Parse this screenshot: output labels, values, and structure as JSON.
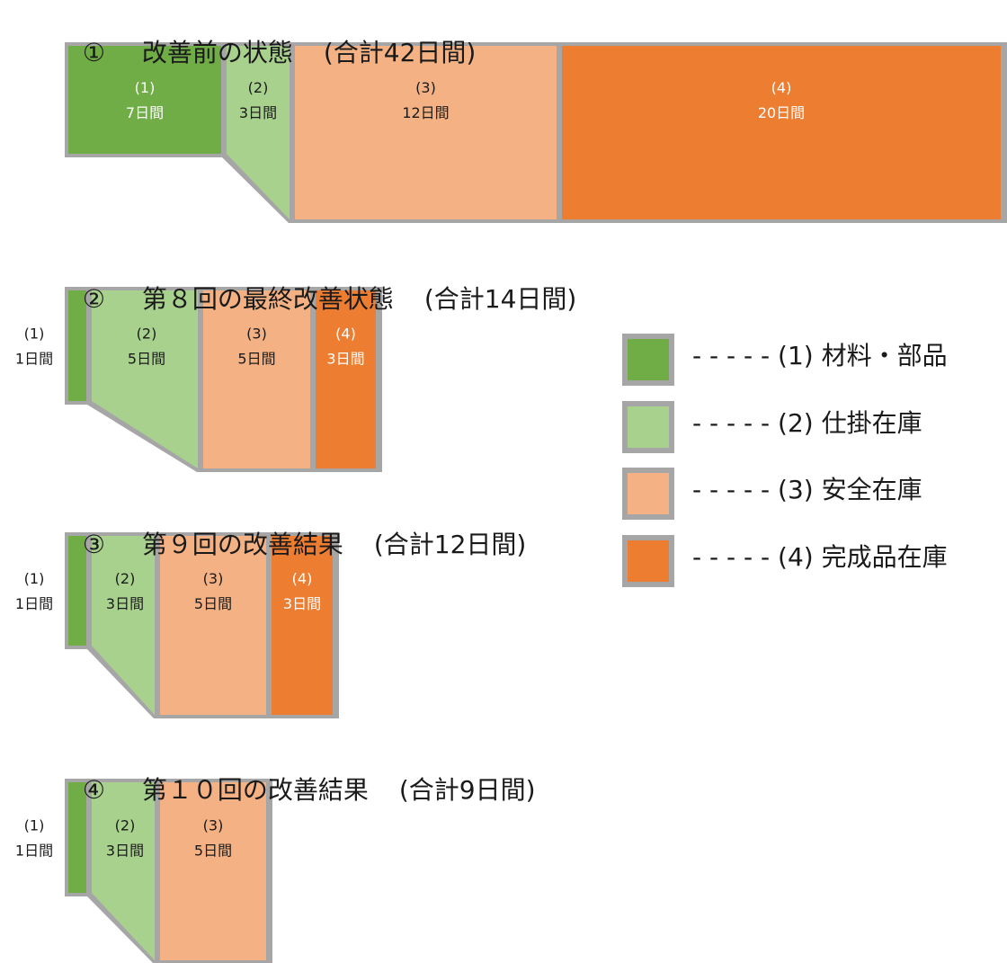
{
  "colors": {
    "frame": "#a6a6a6",
    "materials": "#70ad47",
    "wip": "#a9d18e",
    "safety": "#f4b183",
    "finished": "#ed7d31",
    "text_dark": "#1a1a1a",
    "text_light": "#ffffff"
  },
  "stages": [
    {
      "number": "①",
      "title": "改善前の状態",
      "total": "(合計42日間)",
      "segments": [
        {
          "code": "(1)",
          "days": "7日間",
          "value": 7
        },
        {
          "code": "(2)",
          "days": "3日間",
          "value": 3
        },
        {
          "code": "(3)",
          "days": "12日間",
          "value": 12
        },
        {
          "code": "(4)",
          "days": "20日間",
          "value": 20
        }
      ]
    },
    {
      "number": "②",
      "title": "第８回の最終改善状態",
      "total": "(合計14日間)",
      "segments": [
        {
          "code": "(1)",
          "days": "1日間",
          "value": 1
        },
        {
          "code": "(2)",
          "days": "5日間",
          "value": 5
        },
        {
          "code": "(3)",
          "days": "5日間",
          "value": 5
        },
        {
          "code": "(4)",
          "days": "3日間",
          "value": 3
        }
      ]
    },
    {
      "number": "③",
      "title": "第９回の改善結果",
      "total": "(合計12日間)",
      "segments": [
        {
          "code": "(1)",
          "days": "1日間",
          "value": 1
        },
        {
          "code": "(2)",
          "days": "3日間",
          "value": 3
        },
        {
          "code": "(3)",
          "days": "5日間",
          "value": 5
        },
        {
          "code": "(4)",
          "days": "3日間",
          "value": 3
        }
      ]
    },
    {
      "number": "④",
      "title": "第１０回の改善結果",
      "total": "(合計9日間)",
      "segments": [
        {
          "code": "(1)",
          "days": "1日間",
          "value": 1
        },
        {
          "code": "(2)",
          "days": "3日間",
          "value": 3
        },
        {
          "code": "(3)",
          "days": "5日間",
          "value": 5
        }
      ]
    }
  ],
  "legend": [
    {
      "label": "- - - - - (1) 材料・部品",
      "color_key": "materials"
    },
    {
      "label": "- - - - - (2) 仕掛在庫",
      "color_key": "wip"
    },
    {
      "label": "- - - - - (3) 安全在庫",
      "color_key": "safety"
    },
    {
      "label": "- - - - - (4) 完成品在庫",
      "color_key": "finished"
    }
  ]
}
